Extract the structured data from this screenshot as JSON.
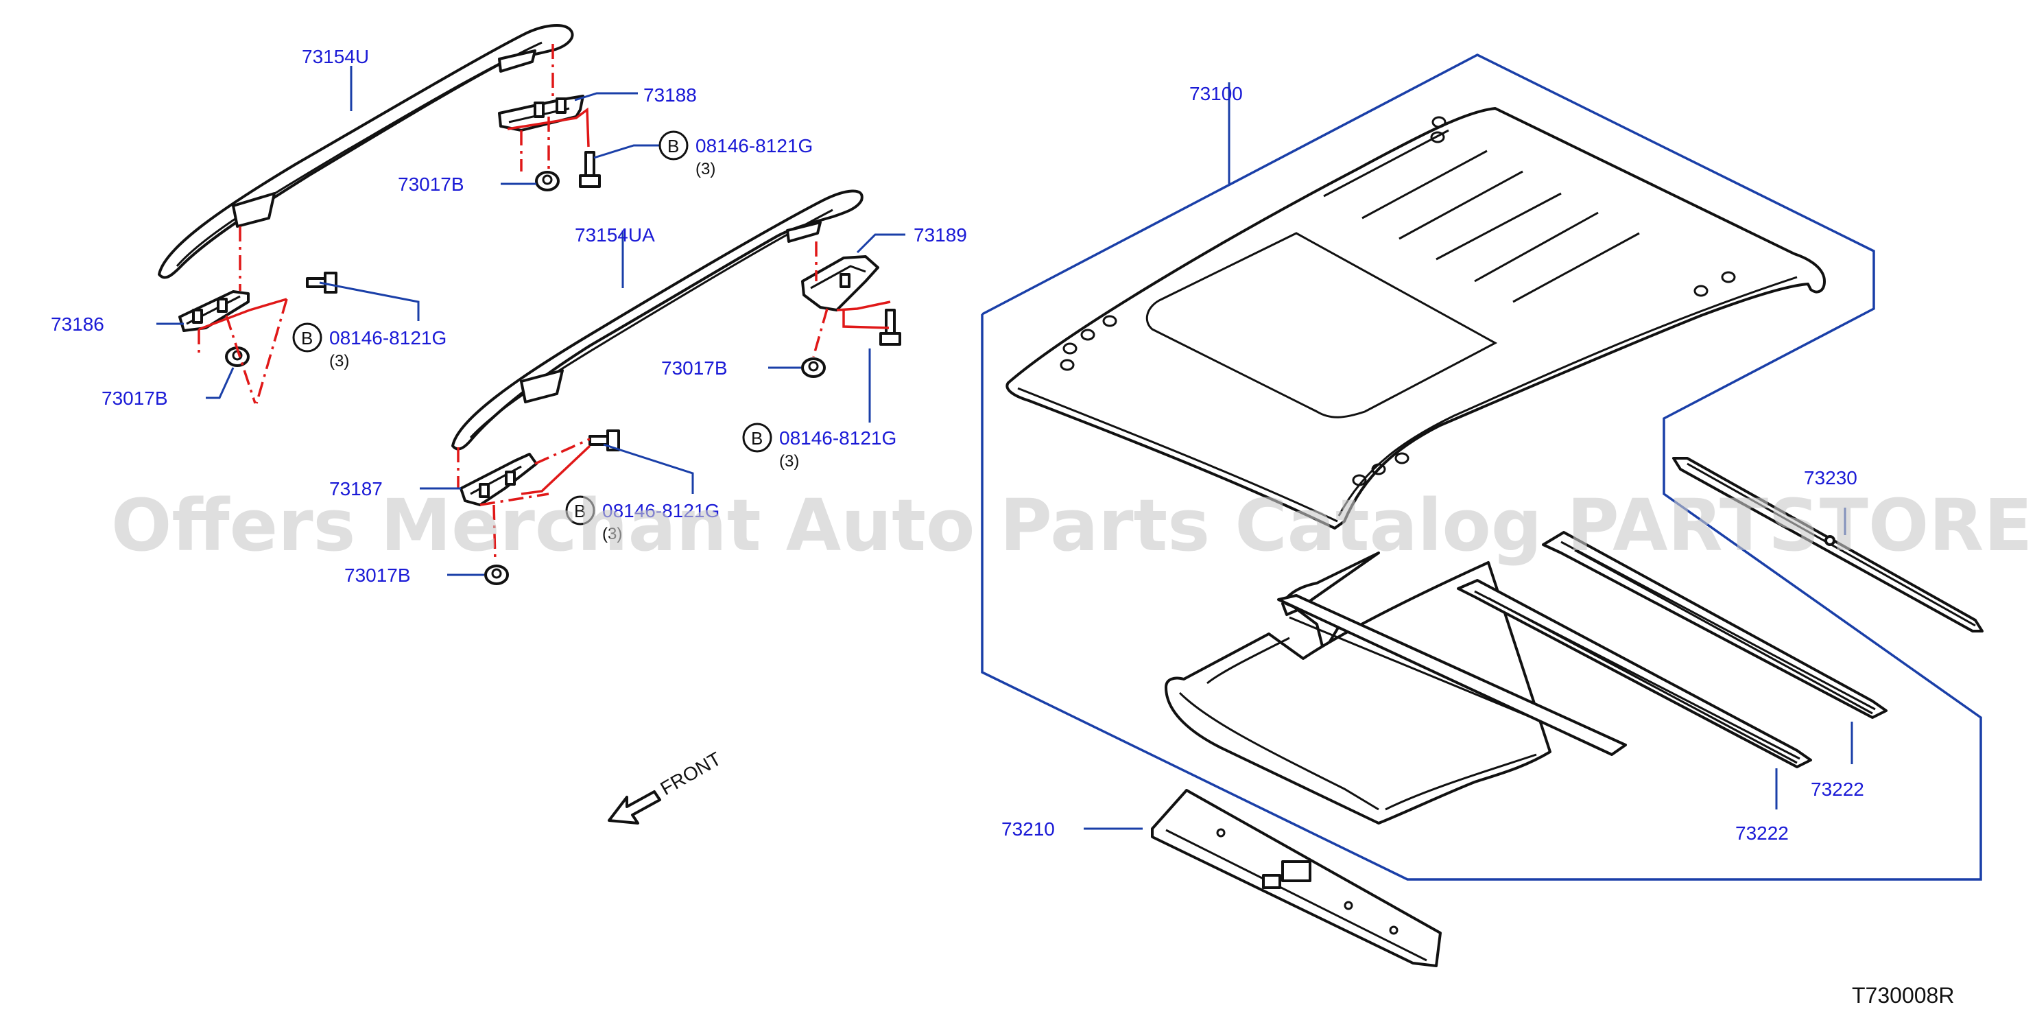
{
  "labels": {
    "rail_left": "73154U",
    "bracket_rear_right": "73188",
    "bolt_ref_1": "08146-8121G",
    "bolt_qty_1": "(3)",
    "nut_1": "73017B",
    "rail_right": "73154UA",
    "bracket_front_right": "73189",
    "bracket_front_left": "73186",
    "bolt_ref_2": "08146-8121G",
    "bolt_qty_2": "(3)",
    "nut_2": "73017B",
    "nut_3": "73017B",
    "bolt_ref_3": "08146-8121G",
    "bolt_qty_3": "(3)",
    "bracket_rear_left": "73187",
    "bolt_ref_4": "08146-8121G",
    "bolt_qty_4": "(3)",
    "nut_4": "73017B",
    "roof_panel": "73100",
    "roof_bow": "73230",
    "rail_side_1": "73222",
    "rail_side_2": "73222",
    "front_header": "73210",
    "circle_letter": "B",
    "front_arrow": "FRONT",
    "diagram_code": "T730008R",
    "watermark": "Offers Merchant Auto Parts Catalog PARTSTORE.SA"
  },
  "colors": {
    "callout": "#1a1ad6",
    "leader": "#1a3fa8",
    "phantom": "#e01818",
    "line": "#111111"
  }
}
